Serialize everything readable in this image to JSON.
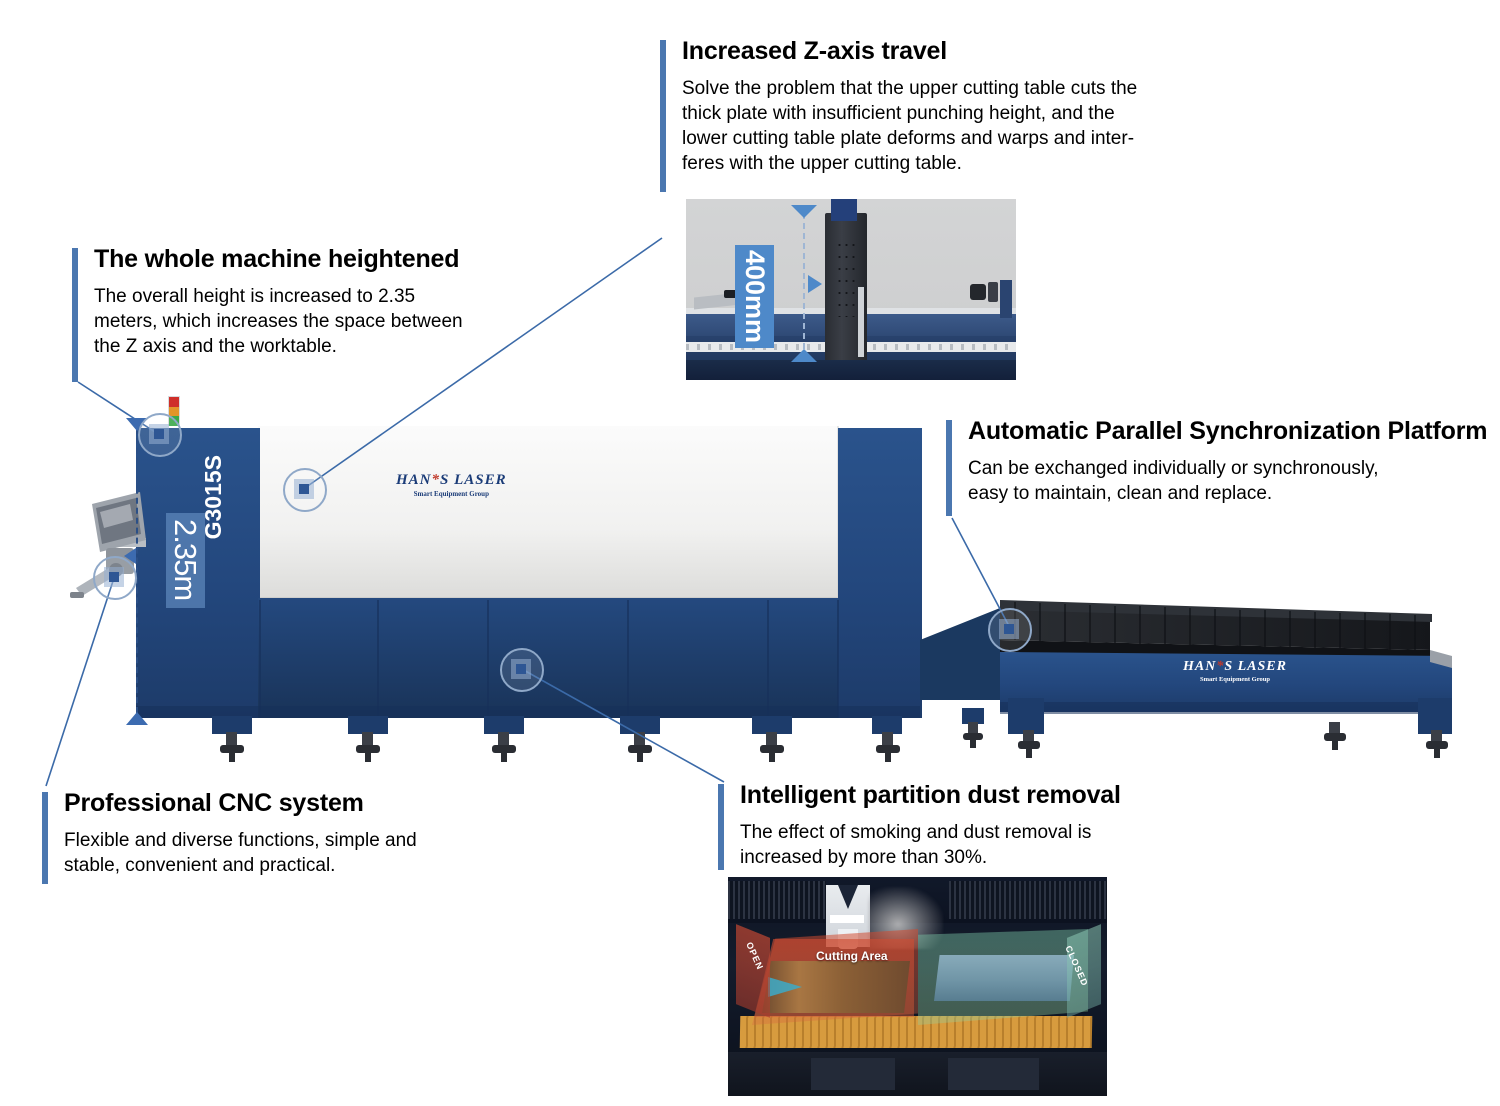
{
  "product": {
    "brand": "HAN'S LASER",
    "brand_sub": "Smart Equipment Group",
    "model": "G3015S",
    "height_dim": "2.35m",
    "z_travel_dim": "400mm"
  },
  "colors": {
    "accent_bar": "#4b77b0",
    "leader_line": "#3b6aa8",
    "machine_blue": "#234a80",
    "machine_blue_dark": "#1b3a66",
    "hotspot_core": "#2e5694",
    "dim_label_bg": "#4e89c9"
  },
  "callouts": [
    {
      "id": "zaxis",
      "title": "Increased Z-axis travel",
      "lines": [
        "Solve the problem that the upper cutting table cuts the",
        "thick plate with insufficient punching height, and the",
        "lower cutting table plate deforms and warps and inter-",
        "feres with the upper cutting table."
      ]
    },
    {
      "id": "height",
      "title": "The whole machine heightened",
      "lines": [
        "The overall height is increased to 2.35",
        "meters, which increases the space between",
        "the Z axis and the worktable."
      ]
    },
    {
      "id": "platform",
      "title": "Automatic Parallel Synchronization Platform",
      "lines": [
        "Can be exchanged individually or synchronously,",
        "easy to maintain, clean and replace."
      ]
    },
    {
      "id": "cnc",
      "title": "Professional CNC system",
      "lines": [
        "Flexible and diverse functions, simple and",
        "stable, convenient and practical."
      ]
    },
    {
      "id": "dust",
      "title": "Intelligent partition dust removal",
      "lines": [
        "The effect of smoking and dust removal is",
        "increased by more than 30%."
      ]
    }
  ],
  "photos": {
    "zaxis": {
      "dimension_label": "400mm"
    },
    "dust": {
      "zone_open": "OPEN",
      "zone_closed": "CLOSED",
      "cutting_area": "Cutting Area"
    }
  }
}
